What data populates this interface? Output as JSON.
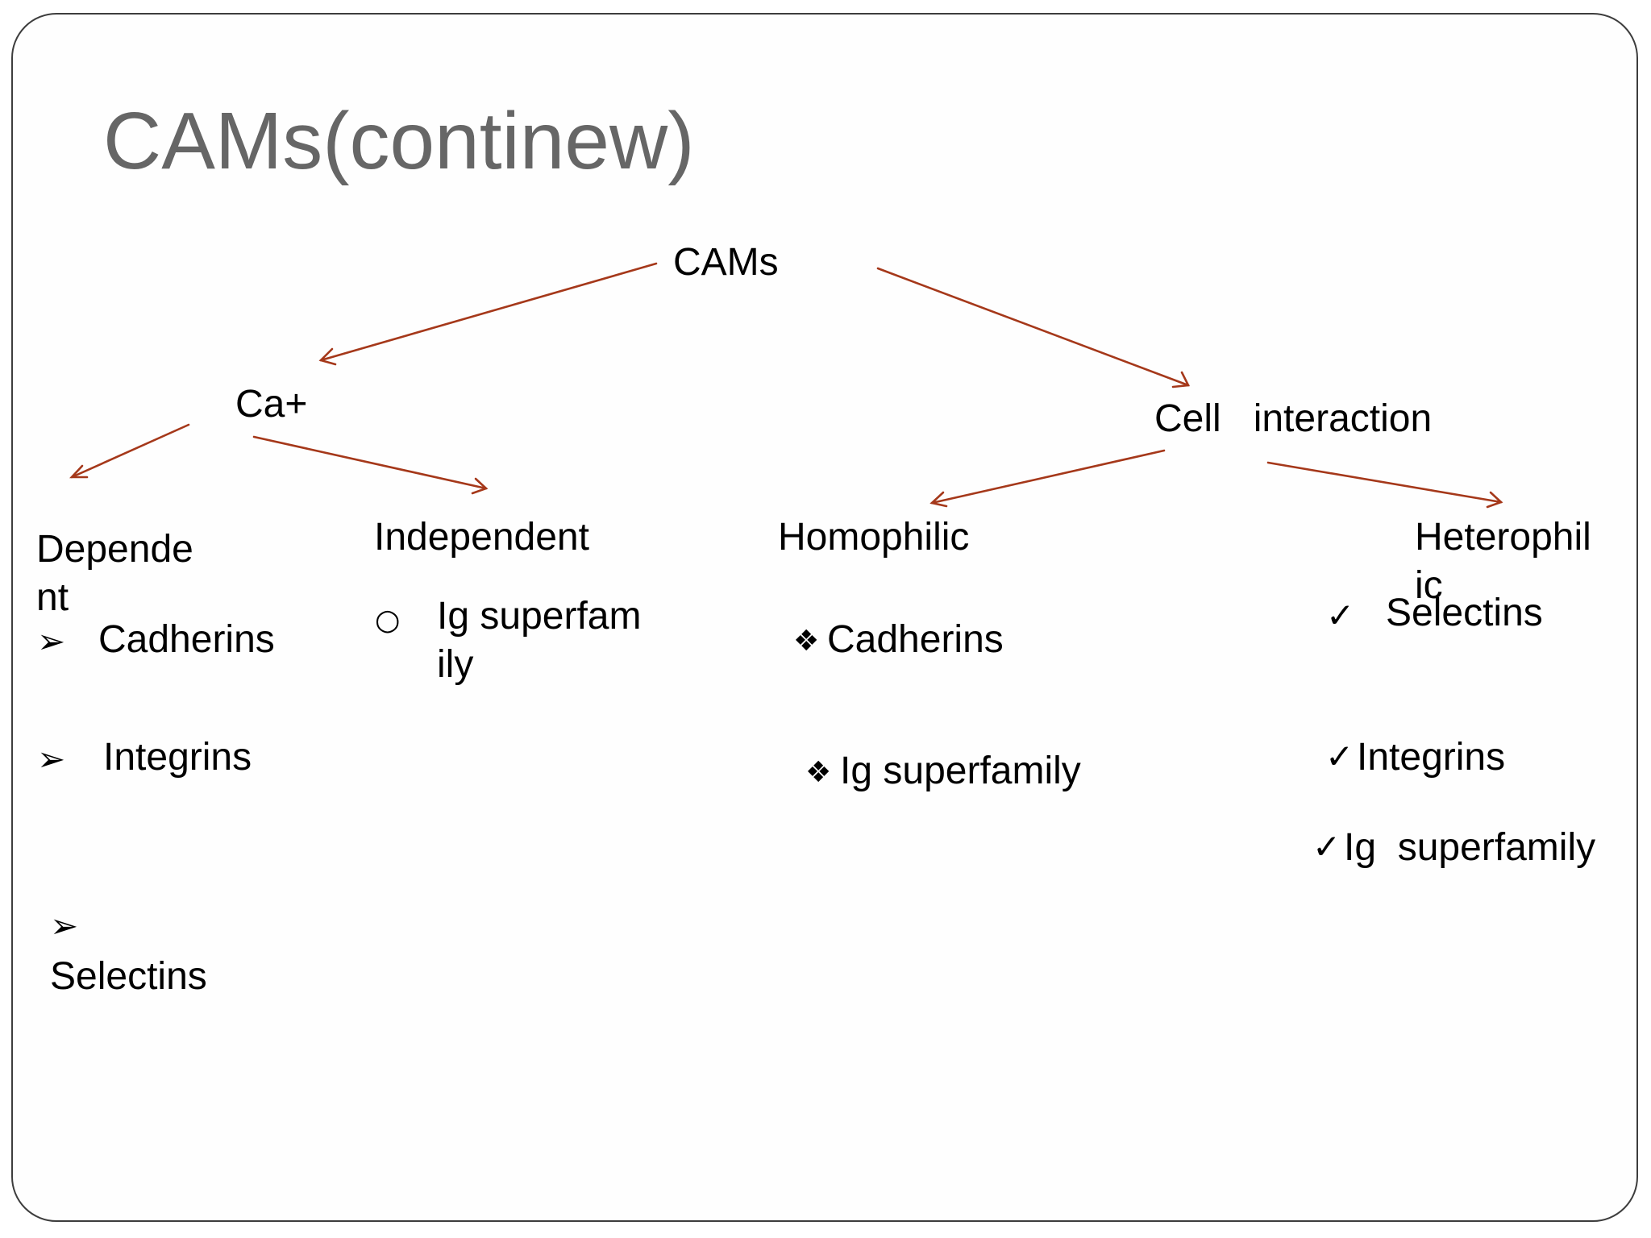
{
  "title": "CAMs(continew)",
  "colors": {
    "arrow": "#a5381a",
    "title": "#666666",
    "text": "#000000"
  },
  "tree": {
    "root": "CAMs",
    "left_branch": "Ca+",
    "right_branch": "Cell   interaction",
    "dependent": {
      "label": "Dependent",
      "items": [
        "Cadherins",
        "Integrins",
        "Selectins"
      ],
      "bullet_icon": "arrowhead-bullet"
    },
    "independent": {
      "label": "Independent",
      "items": [
        "Ig superfamily"
      ],
      "bullet_icon": "circle-bullet"
    },
    "homophilic": {
      "label": "Homophilic",
      "items": [
        "Cadherins",
        "Ig superfamily"
      ],
      "bullet_icon": "four-diamond-bullet"
    },
    "heterophilic": {
      "label": "Heterophilic",
      "items": [
        "Selectins",
        "Integrins",
        "Ig  superfamily"
      ],
      "bullet_icon": "check-bullet"
    }
  }
}
